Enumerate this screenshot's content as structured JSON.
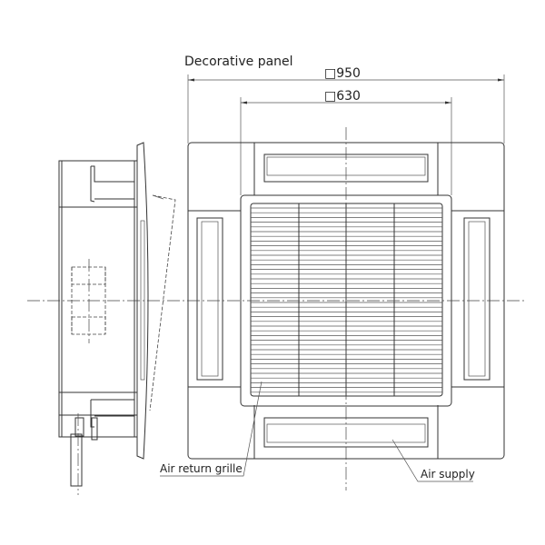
{
  "labels": {
    "decorative_panel": "Decorative panel",
    "dim_outer": "□950",
    "dim_inner": "□630",
    "air_return_grille": "Air return grille",
    "air_supply": "Air supply"
  }
}
